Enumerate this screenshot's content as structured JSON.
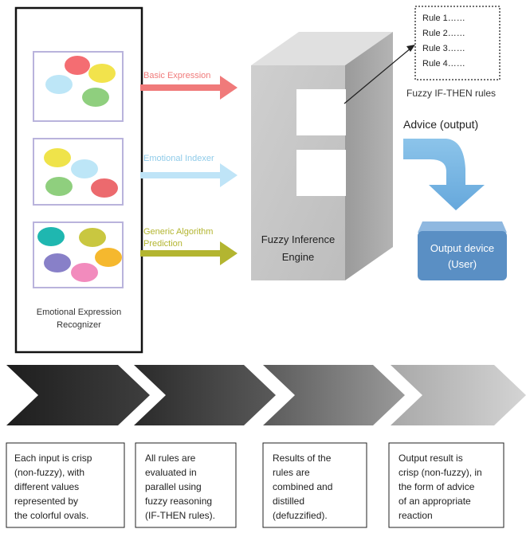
{
  "recognizer": {
    "label_line1": "Emotional Expression",
    "label_line2": "Recognizer"
  },
  "inputs": [
    {
      "label": "Basic Expression",
      "color": "#f07a7a"
    },
    {
      "label": "Emotional Indexer",
      "color": "#bfe4f7"
    },
    {
      "label_line1": "Generic Algorithm",
      "label_line2": "Prediction",
      "color": "#b3b530"
    }
  ],
  "ovals": {
    "panel1": [
      "#f46d72",
      "#f2e34c",
      "#bde6f7",
      "#8fcf7e"
    ],
    "panel2": [
      "#efe34a",
      "#bde6f7",
      "#8fcf7e",
      "#ec6a6e"
    ],
    "panel3": [
      "#1fb7b0",
      "#c9c740",
      "#8880c8",
      "#f5b82e",
      "#f28bbd"
    ]
  },
  "engine": {
    "label_line1": "Fuzzy Inference",
    "label_line2": "Engine"
  },
  "rules": {
    "items": [
      "Rule 1……",
      "Rule 2……",
      "Rule 3……",
      "Rule 4……"
    ],
    "caption": "Fuzzy IF-THEN rules"
  },
  "advice_label": "Advice (output)",
  "output_device": {
    "label_line1": "Output device",
    "label_line2": "(User)",
    "color": "#5a8fc4"
  },
  "steps": [
    {
      "lines": [
        "Each input is crisp",
        "(non-fuzzy), with",
        "different values",
        "represented by",
        "the colorful ovals."
      ]
    },
    {
      "lines": [
        "All rules are",
        "evaluated in",
        "parallel using",
        "fuzzy reasoning",
        "(IF-THEN rules)."
      ]
    },
    {
      "lines": [
        "Results of the",
        "rules are",
        "combined and",
        "distilled",
        "(defuzzified)."
      ]
    },
    {
      "lines": [
        "Output result is",
        "crisp (non-fuzzy), in",
        "the form of advice",
        "of an appropriate",
        "reaction"
      ]
    }
  ]
}
